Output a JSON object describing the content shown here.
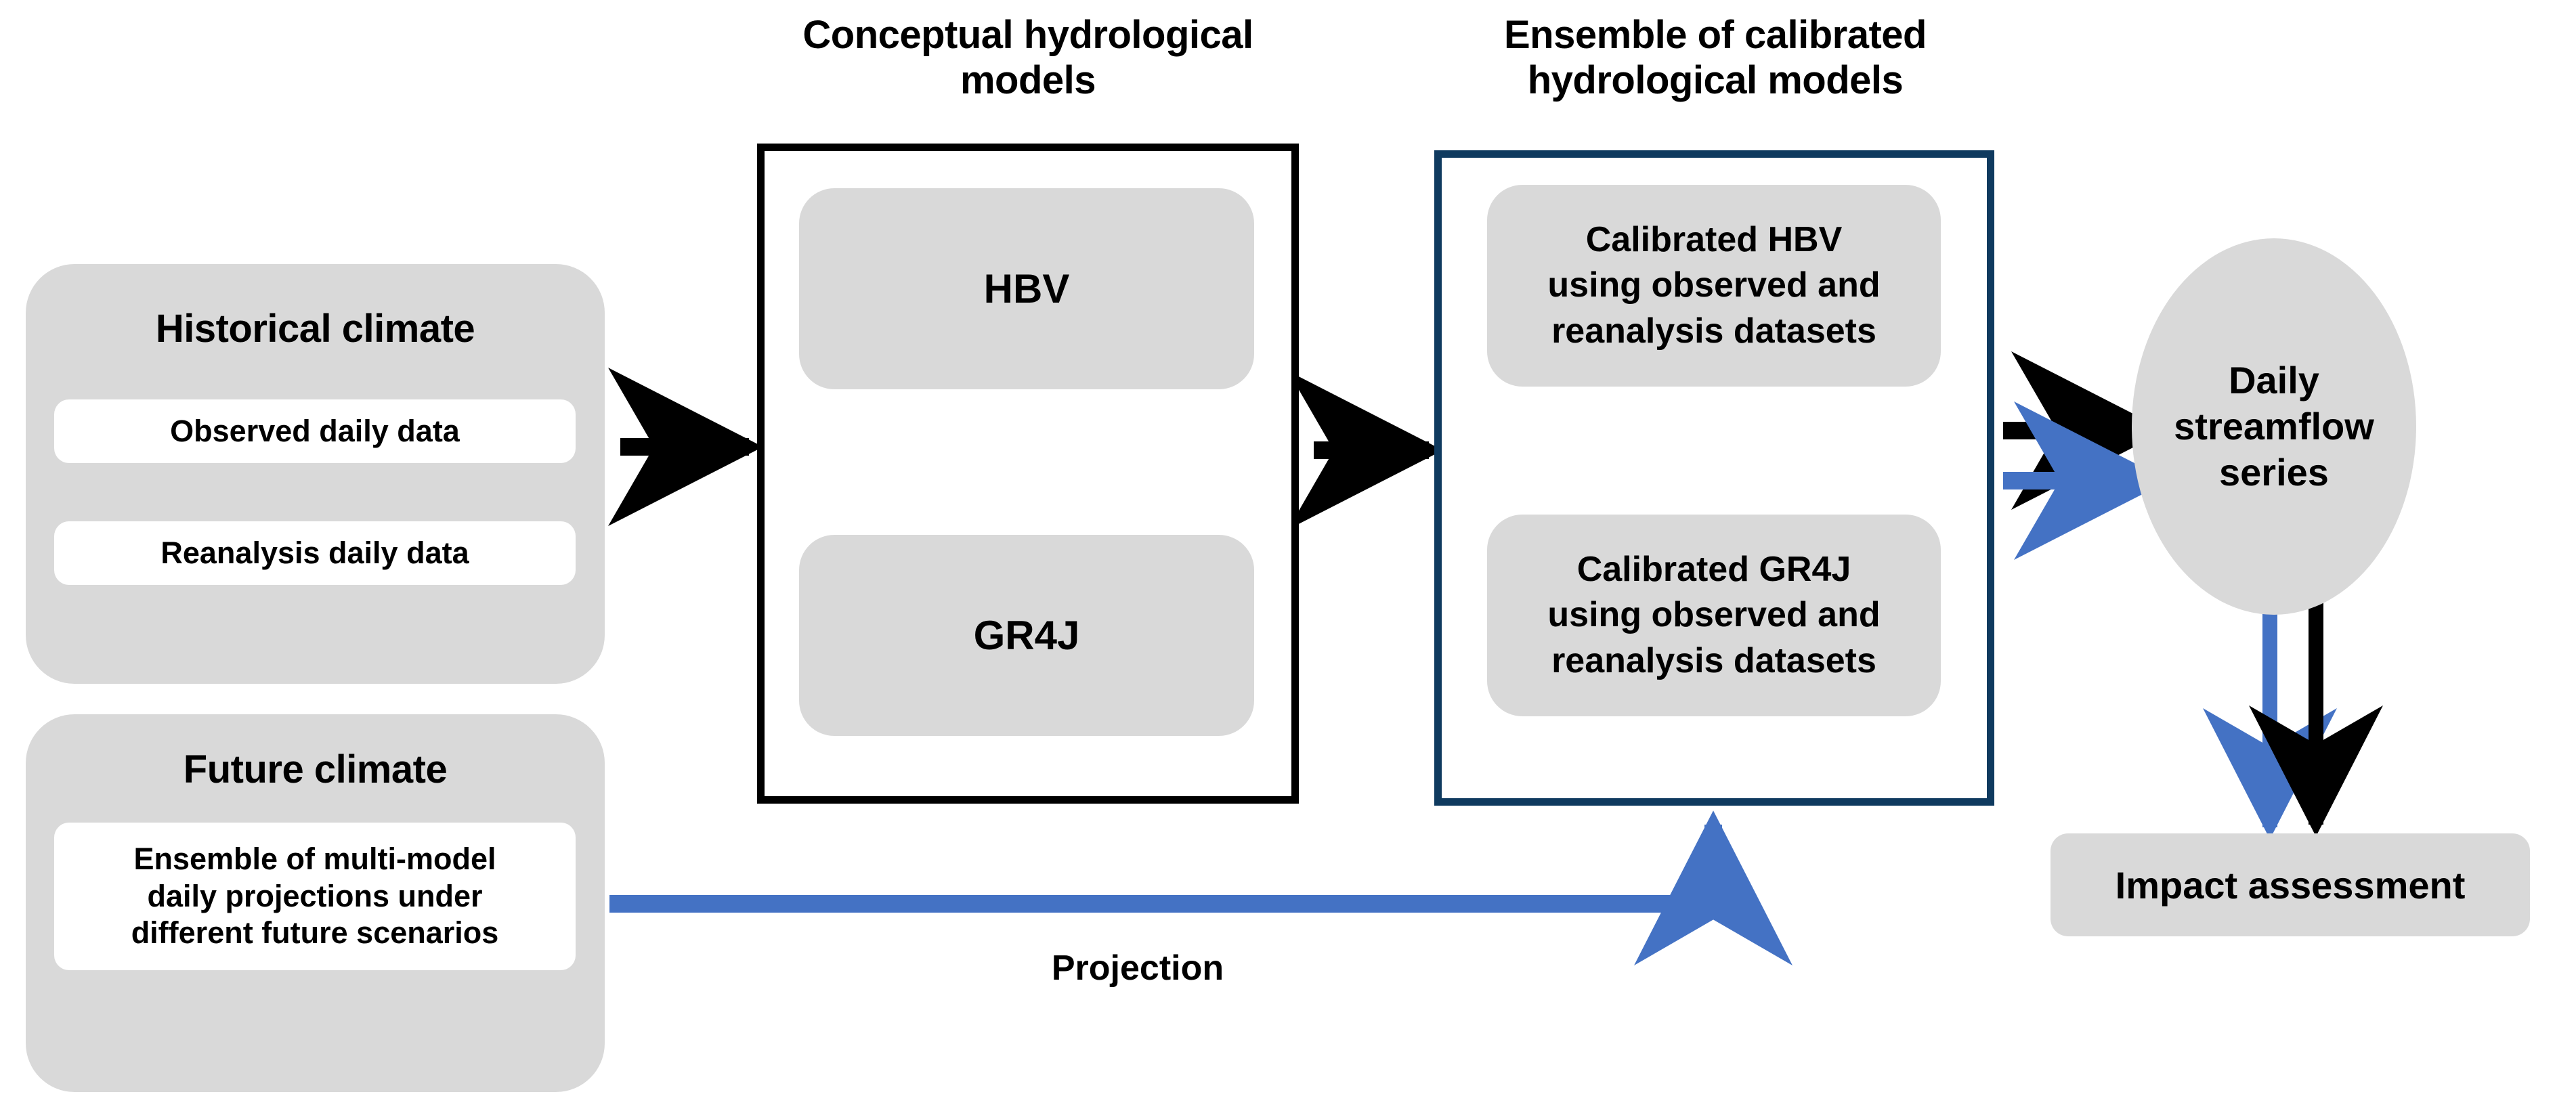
{
  "diagram": {
    "title": "Hydrological modelling and climate impact assessment workflow",
    "colors": {
      "grey_fill": "#D9D9D9",
      "white_fill": "#FFFFFF",
      "black_stroke": "#000000",
      "navy_stroke": "#0F3A5F",
      "blue_arrow": "#4472C4"
    }
  },
  "headings": {
    "conceptual_models": "Conceptual hydrological\nmodels",
    "calibrated_models": "Ensemble of calibrated\nhydrological models"
  },
  "historical_climate": {
    "title": "Historical climate",
    "items": [
      "Observed  daily data",
      "Reanalysis daily data"
    ]
  },
  "future_climate": {
    "title": "Future climate",
    "items": [
      "Ensemble of multi-model\ndaily projections under\ndifferent future scenarios"
    ]
  },
  "conceptual_models": {
    "models": [
      "HBV",
      "GR4J"
    ]
  },
  "calibrated_models": {
    "models": [
      "Calibrated HBV\nusing observed and\nreanalysis datasets",
      "Calibrated GR4J\nusing observed and\nreanalysis datasets"
    ]
  },
  "outputs": {
    "streamflow": "Daily\nstreamflow\nseries",
    "impact": "Impact assessment"
  },
  "edge_labels": {
    "projection": "Projection"
  }
}
